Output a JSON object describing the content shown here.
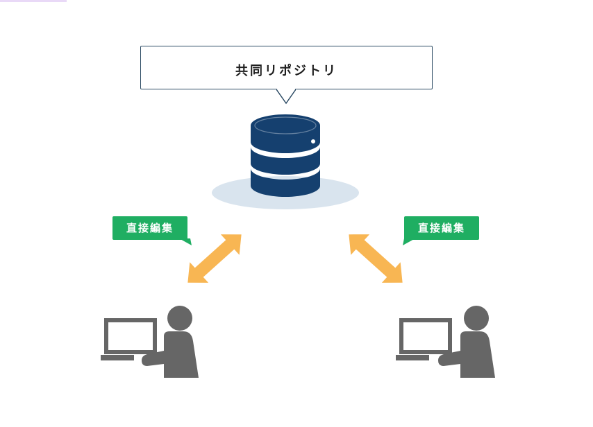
{
  "repository": {
    "label": "共同リポジトリ"
  },
  "edit_tags": {
    "left": "直接編集",
    "right": "直接編集"
  },
  "colors": {
    "database": "#15406f",
    "database_shadow": "#d9e4ee",
    "callout_border": "#2b4a63",
    "tag_green": "#1fae62",
    "arrow_orange": "#f8b653",
    "person_gray": "#666666"
  },
  "icons": [
    "database-icon",
    "double-arrow-icon",
    "person-at-computer-icon"
  ]
}
